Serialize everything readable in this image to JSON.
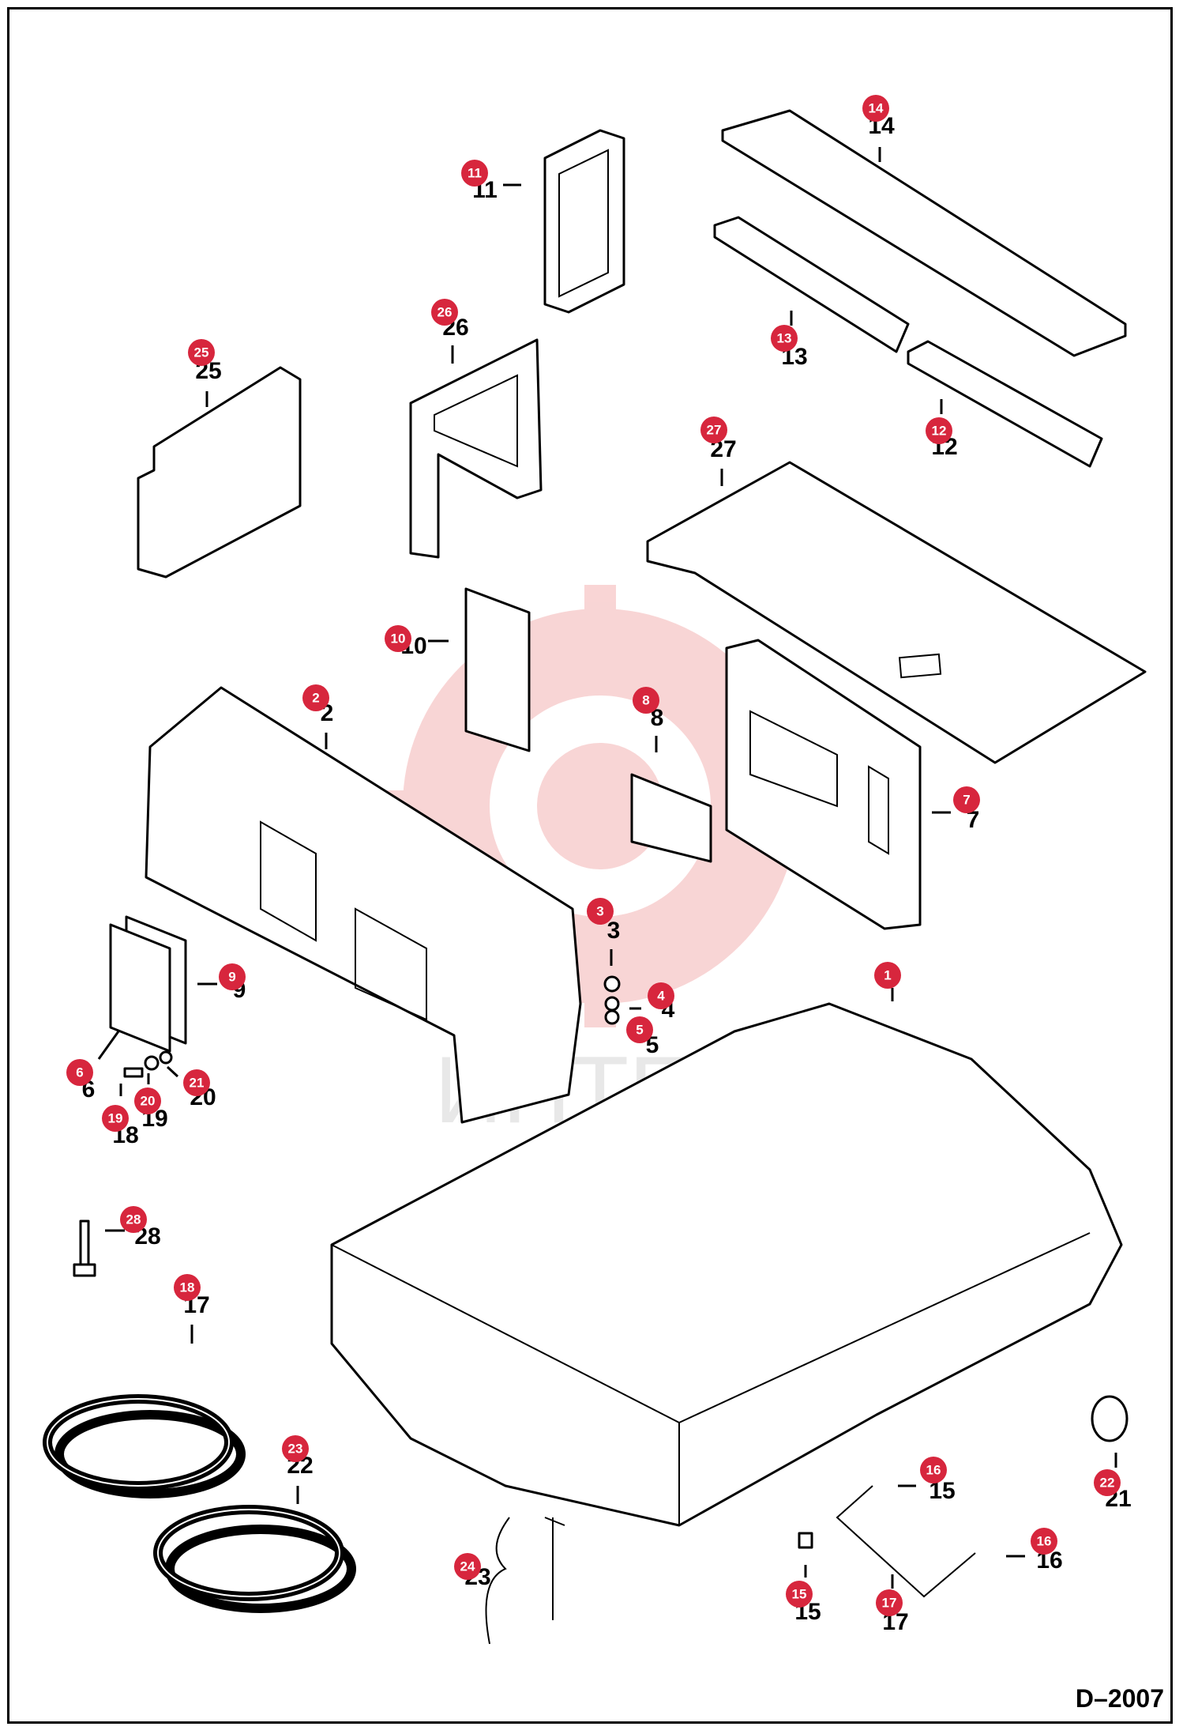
{
  "drawing_code": "D–2007",
  "watermark_text": "ИНТЕХ",
  "colors": {
    "marker": "#d7263d",
    "watermark_gear": "#f4b3b3",
    "line": "#000000"
  },
  "callouts": [
    {
      "id": "1",
      "number": "1"
    },
    {
      "id": "2",
      "number": "2"
    },
    {
      "id": "3",
      "number": "3"
    },
    {
      "id": "4",
      "number": "4"
    },
    {
      "id": "5",
      "number": "5"
    },
    {
      "id": "6",
      "number": "6"
    },
    {
      "id": "7",
      "number": "7"
    },
    {
      "id": "8",
      "number": "8"
    },
    {
      "id": "9",
      "number": "9"
    },
    {
      "id": "10",
      "number": "10"
    },
    {
      "id": "11",
      "number": "11"
    },
    {
      "id": "12",
      "number": "12"
    },
    {
      "id": "13",
      "number": "13"
    },
    {
      "id": "14",
      "number": "14"
    },
    {
      "id": "15",
      "number": "15"
    },
    {
      "id": "16a",
      "number": "16"
    },
    {
      "id": "16b",
      "number": "16"
    },
    {
      "id": "17",
      "number": "17"
    },
    {
      "id": "18",
      "number": "18"
    },
    {
      "id": "19",
      "number": "19"
    },
    {
      "id": "20",
      "number": "20"
    },
    {
      "id": "21",
      "number": "21"
    },
    {
      "id": "22",
      "number": "22"
    },
    {
      "id": "23",
      "number": "23"
    },
    {
      "id": "24",
      "number": "24"
    },
    {
      "id": "25",
      "number": "25"
    },
    {
      "id": "26",
      "number": "26"
    },
    {
      "id": "27",
      "number": "27"
    },
    {
      "id": "28",
      "number": "28"
    }
  ]
}
